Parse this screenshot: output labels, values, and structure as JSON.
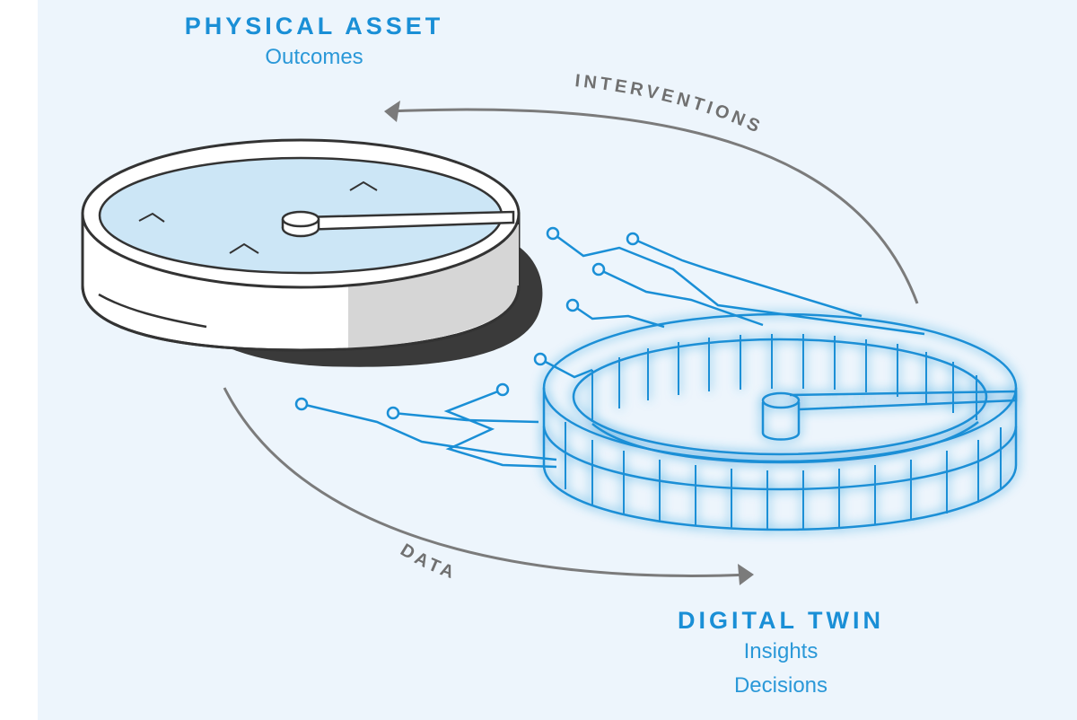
{
  "physical_asset": {
    "title": "PHYSICAL ASSET",
    "subtitle": "Outcomes"
  },
  "digital_twin": {
    "title": "DIGITAL TWIN",
    "lines": [
      "Insights",
      "Decisions"
    ]
  },
  "flows": {
    "interventions": "INTERVENTIONS",
    "data": "DATA"
  },
  "colors": {
    "accent_blue": "#1a8fd6",
    "subtitle_blue": "#2a98d8",
    "arrow_gray": "#7b7b7b",
    "background": "#edf5fc",
    "water": "#cce6f6",
    "outline": "#333333"
  }
}
